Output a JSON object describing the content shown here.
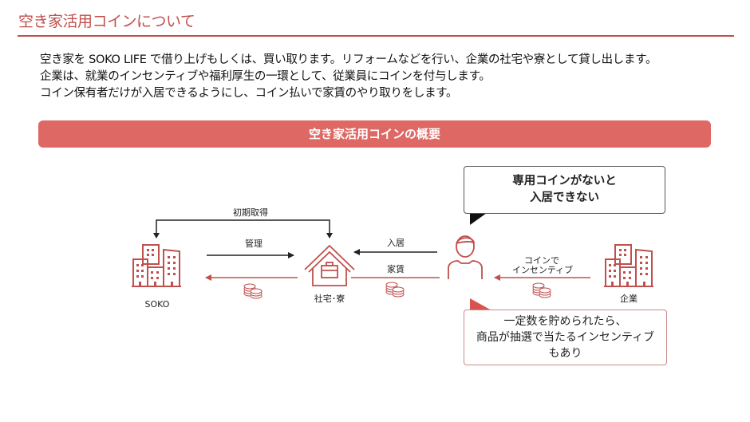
{
  "header": {
    "title": "空き家活用コインについて"
  },
  "intro": {
    "lines": [
      "空き家を SOKO LIFE で借り上げもしくは、買い取ります。リフォームなどを行い、企業の社宅や寮として貸し出します。",
      "企業は、就業のインセンティブや福利厚生の一環として、従業員にコインを付与します。",
      "コイン保有者だけが入居できるようにし、コイン払いで家賃のやり取りをします。"
    ]
  },
  "section_band": {
    "label": "空き家活用コインの概要"
  },
  "diagram": {
    "nodes": {
      "soko": {
        "label": "SOKO",
        "icon": "buildings-icon"
      },
      "housing": {
        "label": "社宅･寮",
        "icon": "house-briefcase-icon"
      },
      "resident": {
        "icon": "person-icon"
      },
      "company": {
        "label": "企業",
        "icon": "buildings-icon"
      }
    },
    "flows": {
      "initial_acquisition": "初期取得",
      "management": "管理",
      "move_in": "入居",
      "rent": "家賃",
      "coin_incentive_line1": "コインで",
      "coin_incentive_line2": "インセンティブ"
    },
    "callouts": {
      "top_line1": "専用コインがないと",
      "top_line2": "入居できない",
      "bottom_line1": "一定数を貯められたら、",
      "bottom_line2": "商品が抽選で当たるインセンティブ",
      "bottom_line3": "もあり"
    }
  },
  "colors": {
    "accent": "#c0504d",
    "band": "#dd6864",
    "arrow_dark": "#222222",
    "icon_stroke": "#b9433f"
  }
}
